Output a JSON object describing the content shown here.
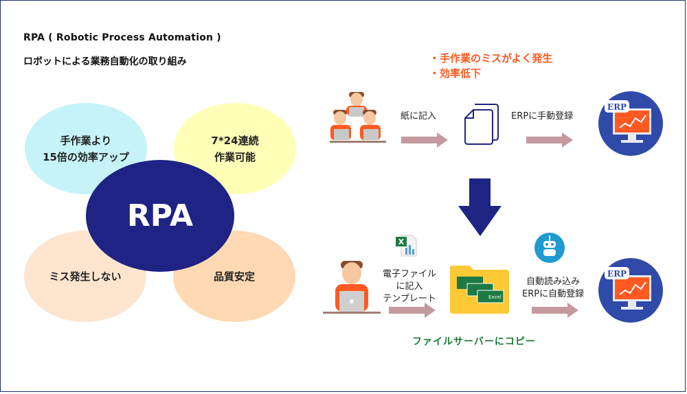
{
  "header": {
    "title": "RPA ( Robotic Process Automation )",
    "subtitle": "ロボットによる業務自動化の取り組み"
  },
  "benefits": {
    "center_label": "RPA",
    "items": [
      {
        "label": "手作業より\n15倍の効率アップ",
        "color": "#c6f3f7"
      },
      {
        "label": "7*24連続\n作業可能",
        "color": "#ffffb7"
      },
      {
        "label": "ミス発生しない",
        "color": "#fde5d0"
      },
      {
        "label": "品質安定",
        "color": "#ffd9b3"
      }
    ],
    "center_color": "#1f2384"
  },
  "before_flow": {
    "issues": [
      "・手作業のミスがよく発生",
      "・効率低下"
    ],
    "issue_color": "#ff5a22",
    "step1_label": "紙に記入",
    "step2_label": "ERPに手動登録",
    "icons": [
      "team-at-laptops-icon",
      "paper-documents-icon",
      "erp-monitor-icon"
    ]
  },
  "after_flow": {
    "step1_label": "電子ファイル\nに記入\nテンプレート",
    "step2_label": "自動読み込み\nERPに自動登録",
    "folder_caption": "ファイルサーバーにコピー",
    "folder_caption_color": "#1b7a3a",
    "excel_card_label": "Excel",
    "erp_badge": "ERP",
    "icons": [
      "person-at-laptop-icon",
      "excel-file-icon",
      "folder-with-excel-icon",
      "robot-icon",
      "erp-monitor-icon"
    ]
  },
  "colors": {
    "navy": "#1f2384",
    "arrow_pink": "#c49a9f",
    "erp_circle": "#2f4aa8",
    "erp_screen": "#ff5a22",
    "robot_circle": "#1e9bd0",
    "folder": "#fdc934",
    "excel_green": "#1d7a44"
  }
}
